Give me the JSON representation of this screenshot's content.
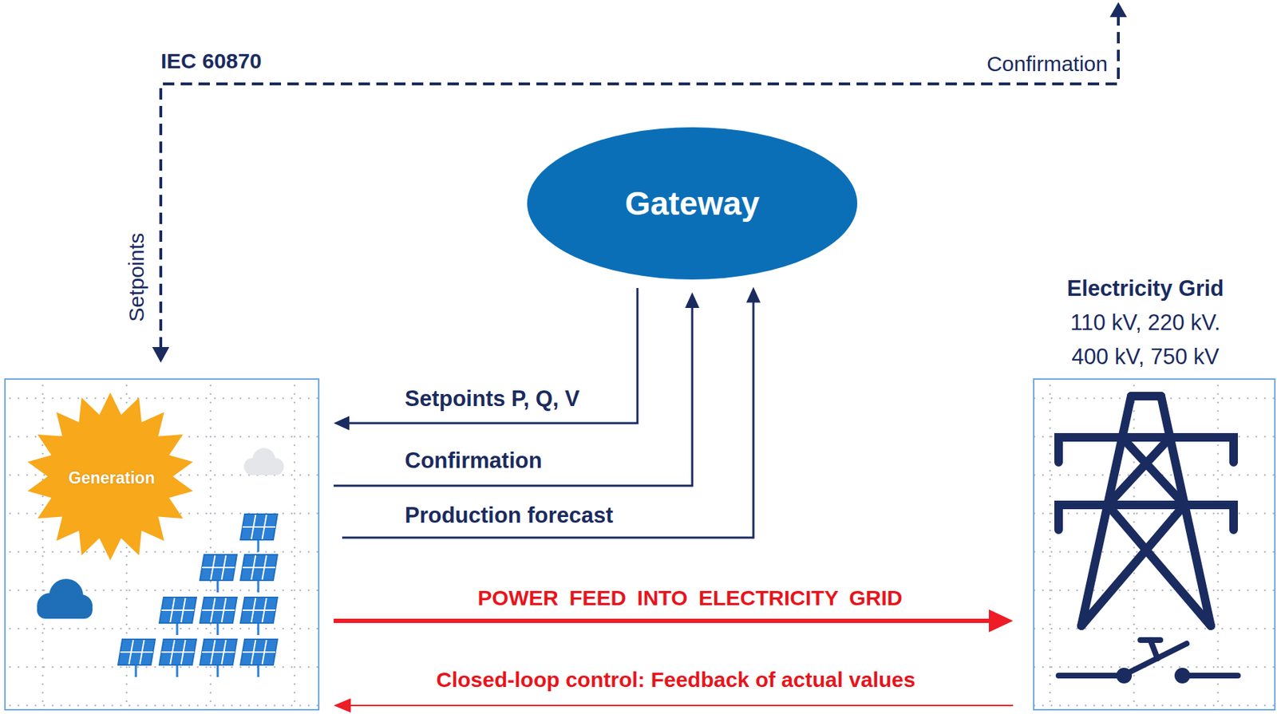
{
  "diagram": {
    "nodes": [
      {
        "text": [
          "Gateway"
        ]
      },
      {
        "text": [
          "Generation"
        ]
      },
      {
        "text": [
          "Electricity Grid",
          "110 kV, 220 kV. 400 kV, 750 kV"
        ]
      }
    ],
    "edges": [
      {
        "from": 0,
        "to": 1,
        "label": "Setpoints P, Q, V",
        "arrow": "to"
      },
      {
        "from": 1,
        "to": 0,
        "label": "Confirmation",
        "arrow": "to"
      },
      {
        "from": 1,
        "to": 0,
        "label": "Production forecast",
        "arrow": "to"
      },
      {
        "from": 1,
        "to": 2,
        "label": "POWER FEED INTO ELECTRICITY GRID",
        "arrow": "to"
      },
      {
        "from": 2,
        "to": 1,
        "label": "Closed-loop control: Feedback of actual values",
        "arrow": "to"
      }
    ],
    "labels": [
      "IEC 60870",
      "Confirmation",
      "Setpoints"
    ]
  }
}
